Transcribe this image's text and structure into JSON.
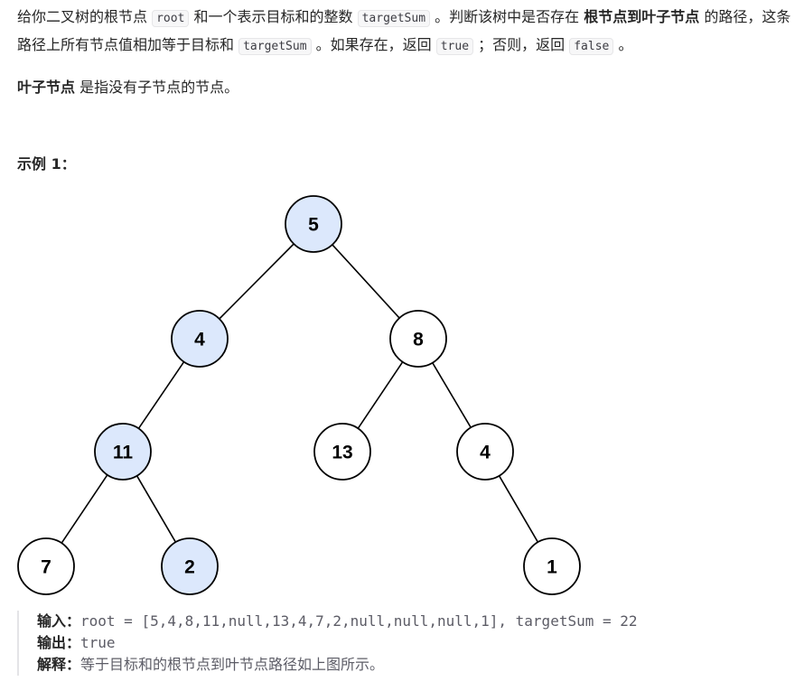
{
  "description": {
    "p1_a": "给你二叉树的根节点 ",
    "code_root": "root",
    "p1_b": " 和一个表示目标和的整数 ",
    "code_targetSum": "targetSum",
    "p1_c": " 。判断该树中是否存在 ",
    "bold_path": "根节点到叶子节点",
    "p1_d": " 的路径，这条路径上所有节点值相加等于目标和 ",
    "code_targetSum2": "targetSum",
    "p1_e": " 。如果存在，返回 ",
    "code_true": "true",
    "p1_f": " ；否则，返回 ",
    "code_false": "false",
    "p1_g": " 。",
    "p2_bold": "叶子节点",
    "p2_rest": " 是指没有子节点的节点。"
  },
  "example": {
    "title": "示例 1：",
    "tree": {
      "highlight_color": "#dce8fc",
      "normal_color": "#ffffff",
      "edge_color": "#000000",
      "nodes": [
        {
          "id": "n5",
          "label": "5",
          "highlighted": true
        },
        {
          "id": "n4a",
          "label": "4",
          "highlighted": true
        },
        {
          "id": "n8",
          "label": "8",
          "highlighted": false
        },
        {
          "id": "n11",
          "label": "11",
          "highlighted": true
        },
        {
          "id": "n13",
          "label": "13",
          "highlighted": false
        },
        {
          "id": "n4b",
          "label": "4",
          "highlighted": false
        },
        {
          "id": "n7",
          "label": "7",
          "highlighted": false
        },
        {
          "id": "n2",
          "label": "2",
          "highlighted": true
        },
        {
          "id": "n1",
          "label": "1",
          "highlighted": false
        }
      ],
      "edges": [
        [
          "n5",
          "n4a"
        ],
        [
          "n5",
          "n8"
        ],
        [
          "n4a",
          "n11"
        ],
        [
          "n8",
          "n13"
        ],
        [
          "n8",
          "n4b"
        ],
        [
          "n11",
          "n7"
        ],
        [
          "n11",
          "n2"
        ],
        [
          "n4b",
          "n1"
        ]
      ]
    },
    "input_label": "输入：",
    "input_value": "root = [5,4,8,11,null,13,4,7,2,null,null,null,1], targetSum = 22",
    "output_label": "输出：",
    "output_value": "true",
    "explain_label": "解释：",
    "explain_value": "等于目标和的根节点到叶节点路径如上图所示。"
  }
}
